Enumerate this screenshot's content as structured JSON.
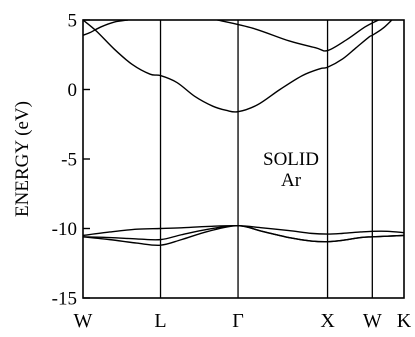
{
  "chart_data": {
    "type": "line",
    "title": "",
    "xlabel": "",
    "ylabel": "ENERGY (eV)",
    "ylim": [
      -15,
      5
    ],
    "yticks": [
      5,
      0,
      -5,
      -10,
      -15
    ],
    "grid": false,
    "legend": "none",
    "annotation": [
      "SOLID",
      "Ar"
    ],
    "kpoints": [
      {
        "label": "W",
        "x": 0
      },
      {
        "label": "L",
        "x": 0.866
      },
      {
        "label": "Γ",
        "x": 1.732
      },
      {
        "label": "X",
        "x": 2.732
      },
      {
        "label": "W",
        "x": 3.232
      },
      {
        "label": "K",
        "x": 3.586
      }
    ],
    "series": [
      {
        "x": [
          0,
          0.15,
          0.35,
          0.55,
          0.75,
          0.866,
          1.05,
          1.25,
          1.45,
          1.6,
          1.732,
          1.95,
          2.2,
          2.45,
          2.65,
          2.732,
          2.9,
          3.05,
          3.2,
          3.232,
          3.35,
          3.45
        ],
        "values": [
          5.0,
          4.2,
          2.9,
          1.8,
          1.1,
          1.0,
          0.5,
          -0.5,
          -1.2,
          -1.5,
          -1.6,
          -1.1,
          0.0,
          1.0,
          1.5,
          1.6,
          2.2,
          3.0,
          3.8,
          3.9,
          4.4,
          5.0
        ]
      },
      {
        "x": [
          0,
          0.08,
          0.2,
          0.35,
          0.5
        ],
        "values": [
          3.9,
          4.1,
          4.5,
          4.85,
          5.0
        ]
      },
      {
        "x": [
          1.5,
          1.9,
          2.3,
          2.6,
          2.732,
          2.95,
          3.15,
          3.3
        ],
        "values": [
          5.0,
          4.4,
          3.5,
          3.0,
          2.8,
          3.6,
          4.5,
          5.0
        ]
      },
      {
        "x": [
          0,
          0.3,
          0.6,
          0.866,
          1.1,
          1.4,
          1.732,
          2.0,
          2.3,
          2.55,
          2.732,
          2.9,
          3.1,
          3.232,
          3.4,
          3.586
        ],
        "values": [
          -10.5,
          -10.25,
          -10.05,
          -10.0,
          -9.95,
          -9.85,
          -9.8,
          -9.95,
          -10.15,
          -10.35,
          -10.4,
          -10.35,
          -10.25,
          -10.2,
          -10.2,
          -10.3
        ]
      },
      {
        "x": [
          0,
          0.3,
          0.6,
          0.866,
          1.1,
          1.4,
          1.732,
          2.0,
          2.3,
          2.55,
          2.732,
          2.9,
          3.1,
          3.232,
          3.4,
          3.586
        ],
        "values": [
          -10.6,
          -10.65,
          -10.75,
          -10.8,
          -10.45,
          -10.05,
          -9.8,
          -10.2,
          -10.65,
          -10.9,
          -10.95,
          -10.85,
          -10.65,
          -10.6,
          -10.55,
          -10.5
        ]
      },
      {
        "x": [
          0,
          0.3,
          0.6,
          0.866,
          1.1,
          1.4,
          1.732,
          2.0,
          2.3,
          2.55,
          2.732,
          2.9,
          3.1,
          3.232,
          3.4,
          3.586
        ],
        "values": [
          -10.6,
          -10.8,
          -11.05,
          -11.2,
          -10.8,
          -10.2,
          -9.8,
          -10.2,
          -10.65,
          -10.9,
          -10.95,
          -10.85,
          -10.65,
          -10.6,
          -10.55,
          -10.5
        ]
      }
    ]
  }
}
